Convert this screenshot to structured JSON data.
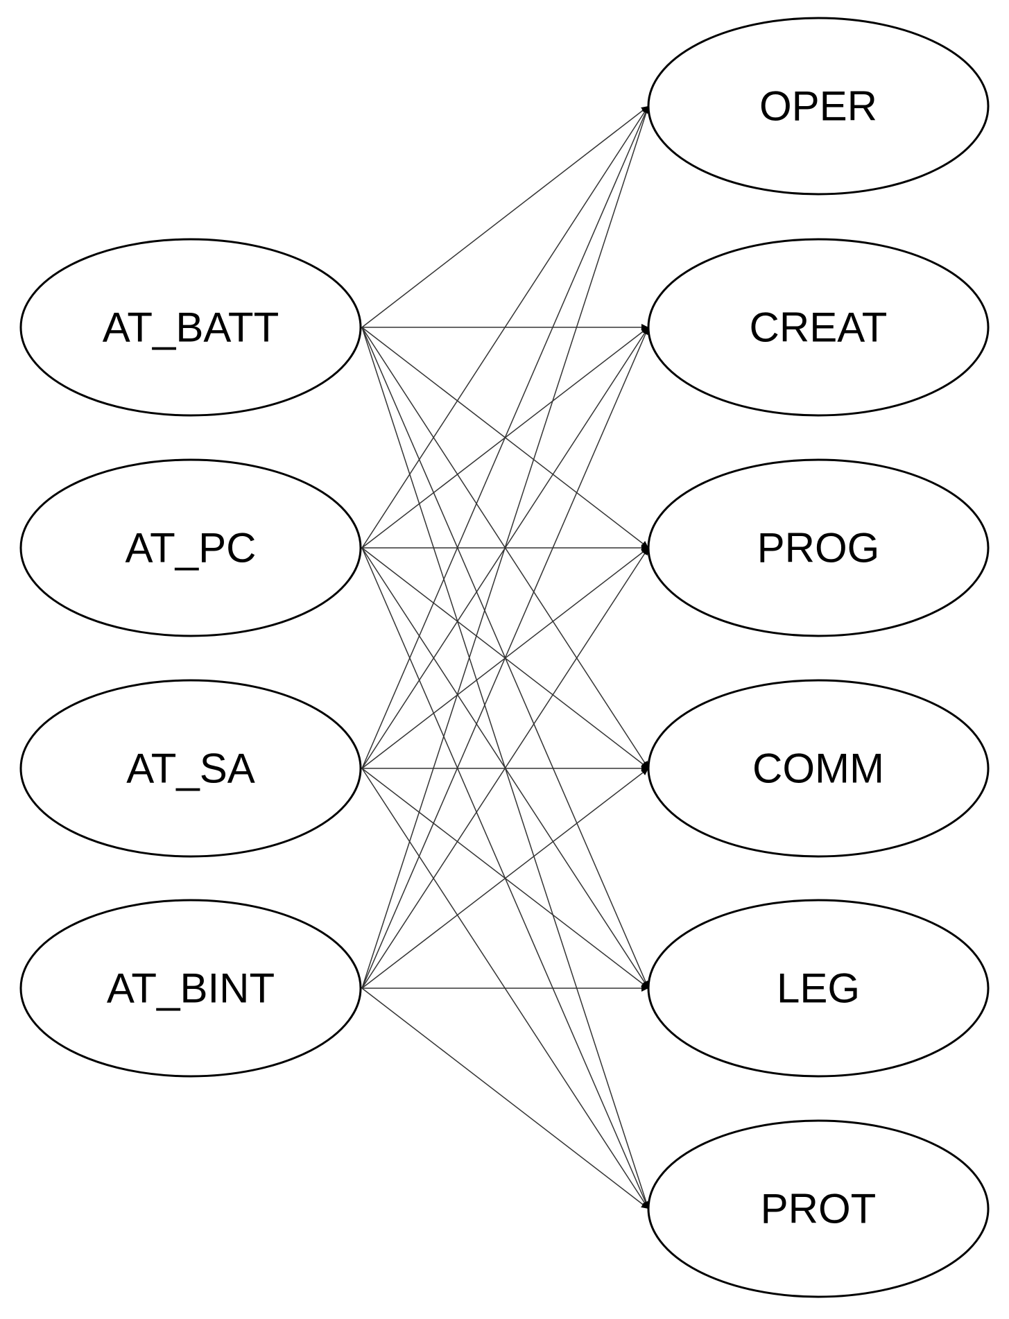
{
  "diagram": {
    "sources": [
      "AT_BATT",
      "AT_PC",
      "AT_SA",
      "AT_BINT"
    ],
    "targets": [
      "OPER",
      "CREAT",
      "PROG",
      "COMM",
      "LEG",
      "PROT"
    ],
    "edges": "complete-bipartite: every source connects to every target (directed arrows)",
    "colors": {
      "stroke": "#000000",
      "edge": "#333333",
      "fill": "#ffffff",
      "text": "#000000"
    }
  }
}
